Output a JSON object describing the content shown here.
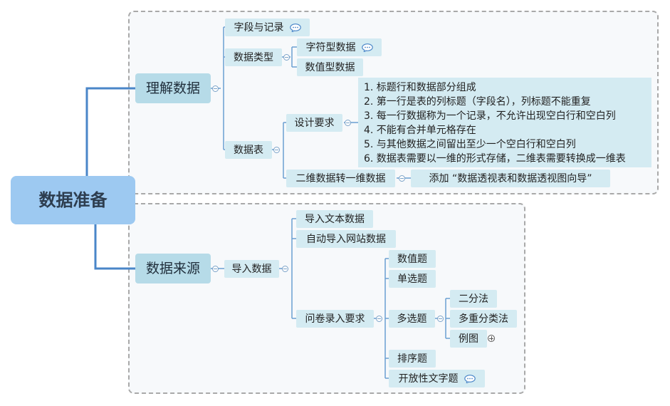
{
  "root": {
    "label": "数据准备"
  },
  "branches": [
    {
      "label": "理解数据",
      "children": [
        {
          "label": "字段与记录",
          "icon": "comment-icon"
        },
        {
          "label": "数据类型",
          "children": [
            {
              "label": "字符型数据",
              "icon": "comment-icon"
            },
            {
              "label": "数值型数据"
            }
          ]
        },
        {
          "label": "数据表",
          "children": [
            {
              "label": "设计要求",
              "requirements": [
                "1. 标题行和数据部分组成",
                "2. 第一行是表的列标题（字段名），列标题不能重复",
                "3. 每一行数据称为一个记录，不允许出现空白行和空白列",
                "4. 不能有合并单元格存在",
                "5. 与其他数据之间留出至少一个空白行和空白列",
                "6. 数据表需要以一维的形式存储，二维表需要转换成一维表"
              ]
            },
            {
              "label": "二维数据转一维数据",
              "children": [
                {
                  "label": "添加 “数据透视表和数据透视图向导”"
                }
              ]
            }
          ]
        }
      ]
    },
    {
      "label": "数据来源",
      "children": [
        {
          "label": "导入数据",
          "children": [
            {
              "label": "导入文本数据"
            },
            {
              "label": "自动导入网站数据"
            },
            {
              "label": "问卷录入要求",
              "children": [
                {
                  "label": "数值题"
                },
                {
                  "label": "单选题"
                },
                {
                  "label": "多选题",
                  "children": [
                    {
                      "label": "二分法"
                    },
                    {
                      "label": "多重分类法"
                    },
                    {
                      "label": "例图",
                      "collapsed": true
                    }
                  ]
                },
                {
                  "label": "排序题"
                },
                {
                  "label": "开放性文字题",
                  "icon": "comment-icon"
                }
              ]
            }
          ]
        }
      ]
    }
  ],
  "colors": {
    "root_fill": "#9dc9f1",
    "main_fill": "#b6dbe8",
    "node_fill": "#d4ebf2",
    "main_connector": "#4a86c8",
    "sub_connector": "#6a9fd2",
    "boundary": "#a9a9a9"
  }
}
